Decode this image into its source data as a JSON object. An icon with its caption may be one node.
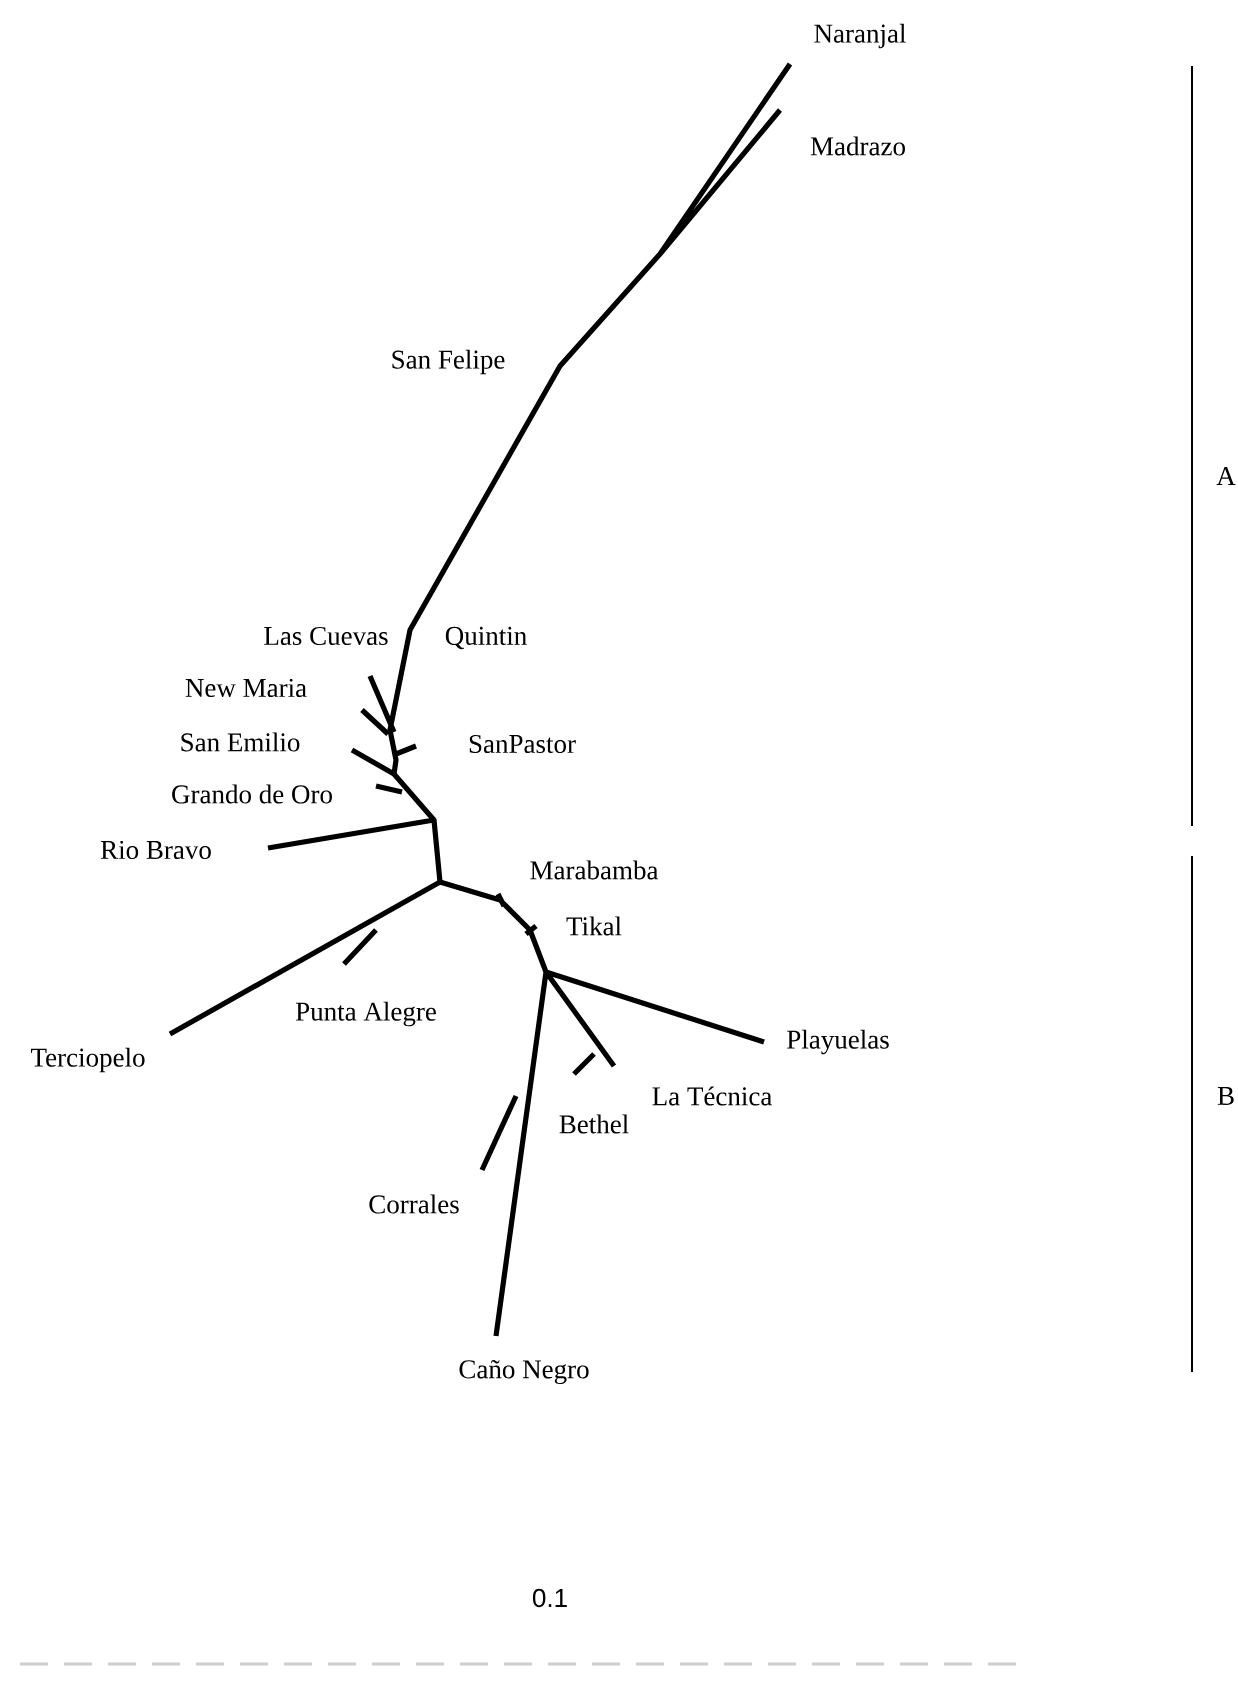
{
  "diagram": {
    "labels": [
      "Naranjal",
      "Madrazo",
      "San Felipe",
      "A",
      "Las Cuevas",
      "Quintin",
      "New Maria",
      "San Emilio",
      "SanPastor",
      "Grando de Oro",
      "Rio Bravo",
      "Marabamba",
      "Tikal",
      "Punta Alegre",
      "Playuelas",
      "Terciopelo",
      "La Técnica",
      "B",
      "Bethel",
      "Corrales",
      "Caño Negro",
      "0.1"
    ]
  }
}
